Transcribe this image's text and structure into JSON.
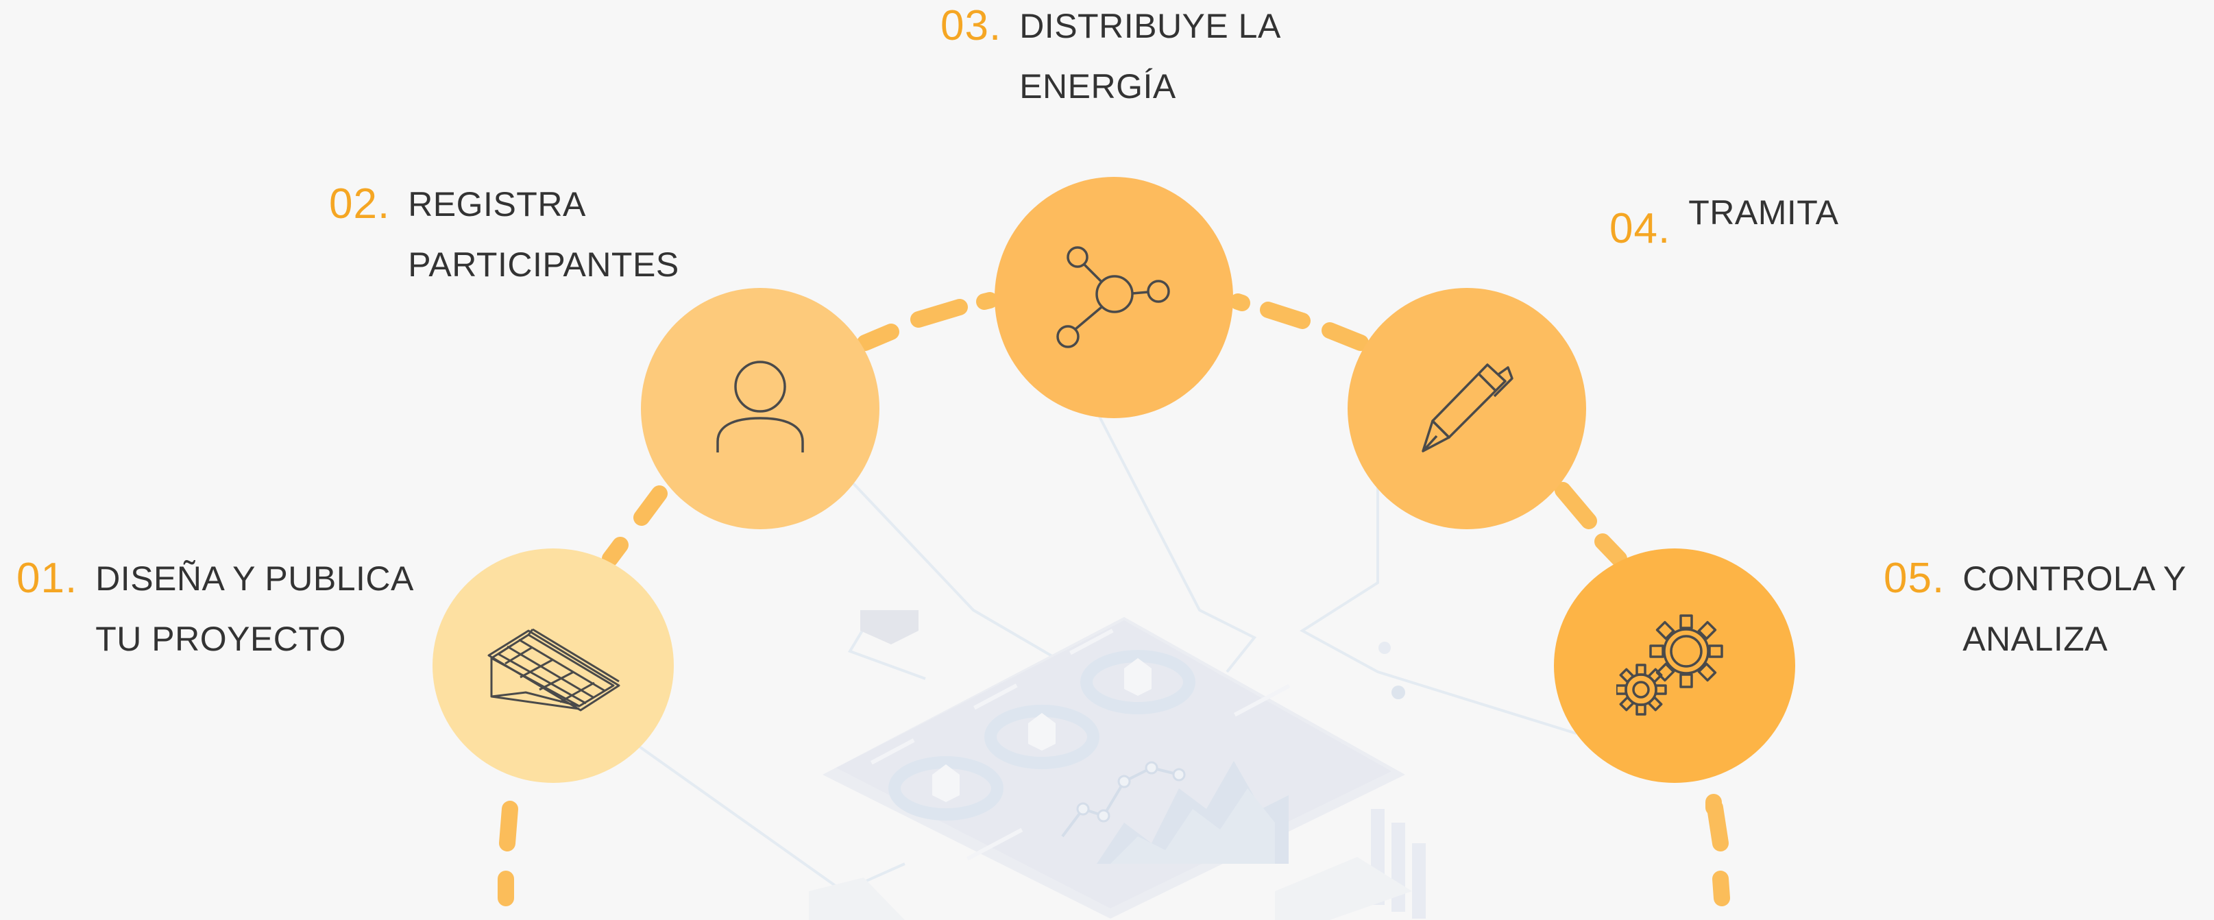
{
  "steps": [
    {
      "id": "01",
      "number": "01.",
      "title": "DISEÑA Y PUBLICA\nTU PROYECTO",
      "icon": "solar-panel-icon",
      "color": "#fde0a1"
    },
    {
      "id": "02",
      "number": "02.",
      "title": "REGISTRA\nPARTICIPANTES",
      "icon": "user-icon",
      "color": "#fdca7b"
    },
    {
      "id": "03",
      "number": "03.",
      "title": "DISTRIBUYE LA\nENERGÍA",
      "icon": "network-node-icon",
      "color": "#fdbb5d"
    },
    {
      "id": "04",
      "number": "04.",
      "title": "TRAMITA",
      "icon": "pen-icon",
      "color": "#fdbd5f"
    },
    {
      "id": "05",
      "number": "05.",
      "title": "CONTROLA Y\nANALIZA",
      "icon": "gears-icon",
      "color": "#fdb446"
    }
  ],
  "colors": {
    "accent": "#f5a623",
    "dash": "#fbbd5a",
    "text": "#333333",
    "background": "#f7f7f7",
    "icon_stroke": "#4a4a4a"
  }
}
